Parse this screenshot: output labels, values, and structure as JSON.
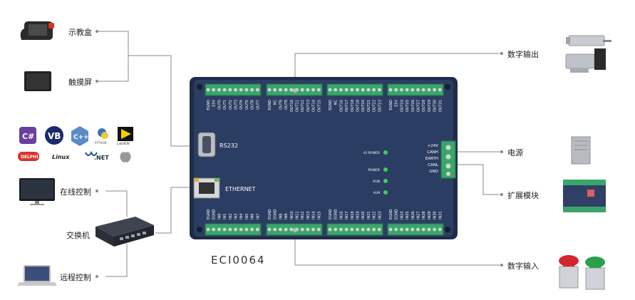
{
  "left_labels": {
    "teach_pendant": "示教盒",
    "touch_screen": "触摸屏",
    "online_control": "在线控制",
    "switch": "交换机",
    "remote_control": "远程控制"
  },
  "right_labels": {
    "digital_output": "数字输出",
    "power": "电源",
    "expansion_module": "扩展模块",
    "digital_input": "数字输入"
  },
  "board": {
    "model": "ECI0064",
    "rs232": "RS232",
    "ethernet": "ETHERNET",
    "leds": [
      "IO POWER",
      "POWER",
      "RUN",
      "ALM"
    ],
    "power_pins": [
      "+24V",
      "CANH",
      "EARTH",
      "CANL",
      "GND"
    ],
    "top_pins": [
      [
        "EGND",
        "E5V",
        "OUT0",
        "OUT1",
        "OUT2",
        "OUT3",
        "OUT4",
        "OUT5",
        "OUT6",
        "OUT7"
      ],
      [
        "EGND",
        "NC",
        "OUT8",
        "OUT9",
        "OUT10",
        "OUT11",
        "OUT12",
        "OUT13",
        "OUT14",
        "OUT15"
      ],
      [
        "EGND",
        "NC",
        "OUT16",
        "OUT17",
        "OUT18",
        "OUT19",
        "OUT20",
        "OUT21",
        "OUT22",
        "OUT23"
      ],
      [
        "EGND",
        "E5V",
        "OUT24",
        "OUT25",
        "OUT26",
        "OUT27",
        "OUT28",
        "OUT29",
        "OUT30",
        "OUT31"
      ]
    ],
    "bottom_pins": [
      [
        "EGND",
        "EGND",
        "IN0",
        "IN1",
        "IN2",
        "IN3",
        "IN4",
        "IN5",
        "IN6",
        "IN7"
      ],
      [
        "EGND",
        "EGND",
        "IN8",
        "IN9",
        "IN10",
        "IN11",
        "IN12",
        "IN13",
        "IN14",
        "IN15"
      ],
      [
        "EGND",
        "EGND",
        "IN16",
        "IN17",
        "IN18",
        "IN19",
        "IN20",
        "IN21",
        "IN22",
        "IN23"
      ],
      [
        "EGND",
        "EGND",
        "IN24",
        "IN25",
        "IN26",
        "IN27",
        "IN28",
        "IN29",
        "IN30",
        "IN31"
      ]
    ]
  },
  "software_logos": [
    "C#",
    "VB",
    "C++",
    "PYTHON",
    "LabVIEW",
    "DELPHI",
    "Linux",
    ".NET",
    "Apple"
  ],
  "colors": {
    "board": "#2c3d63",
    "terminal": "#3aa56a",
    "line": "#888888",
    "led": "#3fcf5a"
  }
}
